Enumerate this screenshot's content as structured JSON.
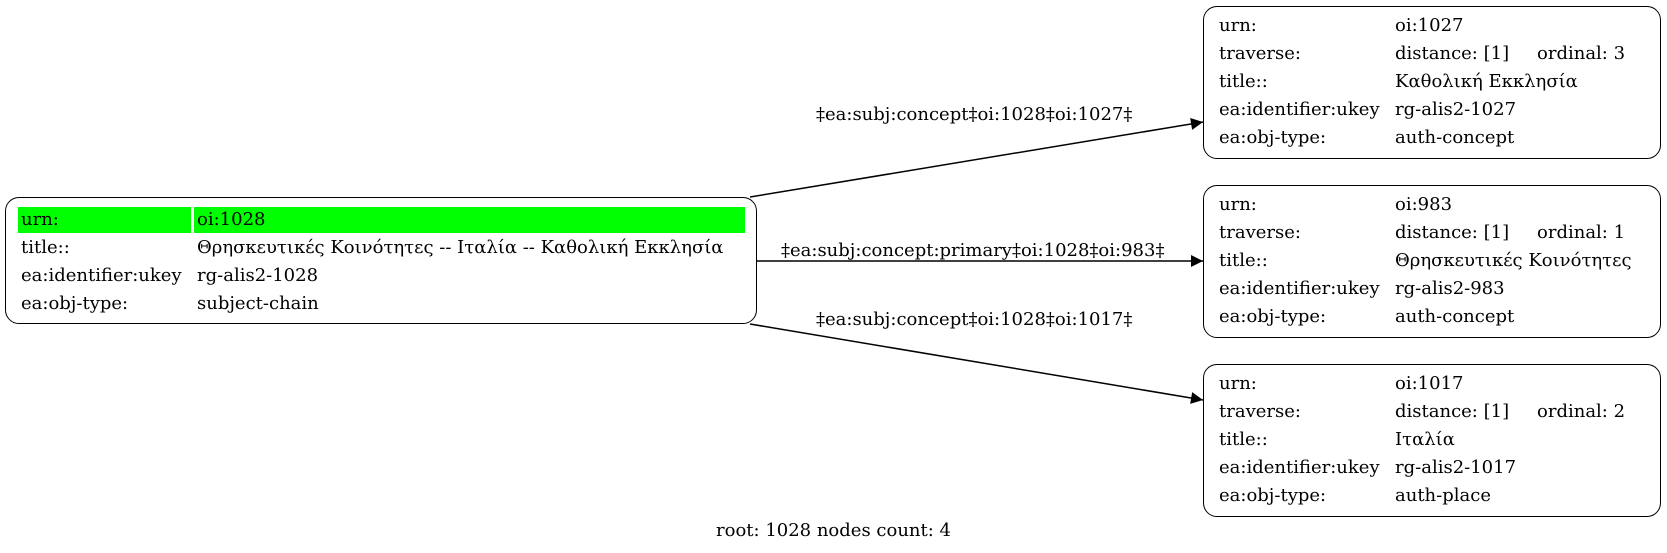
{
  "root_node": {
    "rows": [
      {
        "key": "urn:",
        "value": "oi:1028",
        "highlight": true
      },
      {
        "key": "title::",
        "value": "Θρησκευτικές Κοινότητες -- Ιταλία -- Καθολική Εκκλησία"
      },
      {
        "key": "ea:identifier:ukey",
        "value": "rg-alis2-1028"
      },
      {
        "key": "ea:obj-type:",
        "value": "subject-chain"
      }
    ]
  },
  "target_nodes": [
    {
      "urn_label": "urn:",
      "urn": "oi:1027",
      "traverse_label": "traverse:",
      "distance": "distance: [1]",
      "ordinal": "ordinal: 3",
      "title_label": "title::",
      "title": "Καθολική Εκκλησία",
      "ukey_label": "ea:identifier:ukey",
      "ukey": "rg-alis2-1027",
      "type_label": "ea:obj-type:",
      "type": "auth-concept"
    },
    {
      "urn_label": "urn:",
      "urn": "oi:983",
      "traverse_label": "traverse:",
      "distance": "distance: [1]",
      "ordinal": "ordinal: 1",
      "title_label": "title::",
      "title": "Θρησκευτικές Κοινότητες",
      "ukey_label": "ea:identifier:ukey",
      "ukey": "rg-alis2-983",
      "type_label": "ea:obj-type:",
      "type": "auth-concept"
    },
    {
      "urn_label": "urn:",
      "urn": "oi:1017",
      "traverse_label": "traverse:",
      "distance": "distance: [1]",
      "ordinal": "ordinal: 2",
      "title_label": "title::",
      "title": "Ιταλία",
      "ukey_label": "ea:identifier:ukey",
      "ukey": "rg-alis2-1017",
      "type_label": "ea:obj-type:",
      "type": "auth-place"
    }
  ],
  "edges": [
    {
      "label": "‡ea:subj:concept‡oi:1028‡oi:1027‡"
    },
    {
      "label": "‡ea:subj:concept:primary‡oi:1028‡oi:983‡"
    },
    {
      "label": "‡ea:subj:concept‡oi:1028‡oi:1017‡"
    }
  ],
  "footer": "root: 1028 nodes count: 4",
  "colors": {
    "highlight": "#00ff00",
    "stroke": "#000000"
  }
}
